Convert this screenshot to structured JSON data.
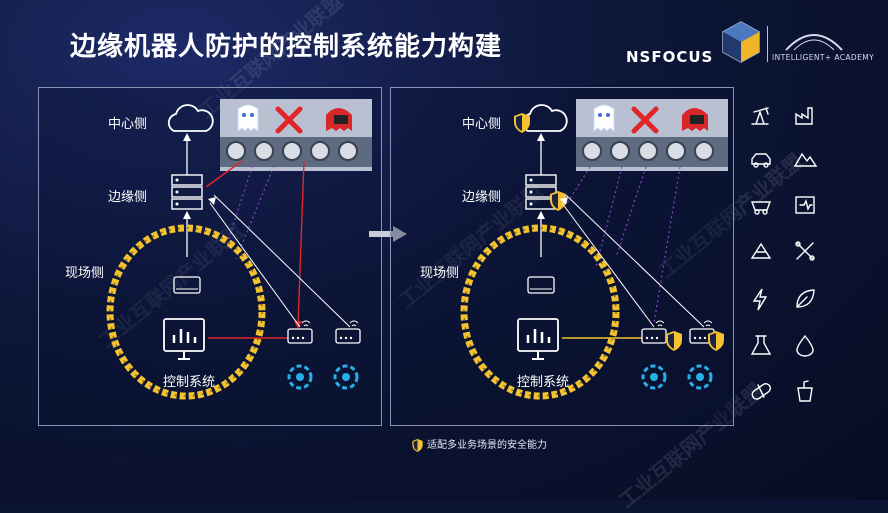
{
  "slide": {
    "title": "边缘机器人防护的控制系统能力构建"
  },
  "logo": {
    "brand": "NSFOCUS",
    "academy": "INTELLIGENT+  ACADEMY"
  },
  "left_panel": {
    "center_label": "中心侧",
    "edge_label": "边缘侧",
    "field_label": "现场侧",
    "control_label": "控制系统"
  },
  "right_panel": {
    "center_label": "中心侧",
    "edge_label": "边缘侧",
    "field_label": "现场侧",
    "control_label": "控制系统"
  },
  "footer": {
    "note": "适配多业务场景的安全能力"
  },
  "watermark": {
    "text": "工业互联网产业联盟"
  },
  "colors": {
    "chain": "#f2c230",
    "shield": "#f2c230",
    "attack_line": "#e0262b",
    "purple_line": "#8a44c8",
    "panel_border": "#8a93b4"
  },
  "icons": [
    "oil-pump-icon",
    "factory-icon",
    "car-icon",
    "mountain-icon",
    "mine-cart-icon",
    "circuit-icon",
    "pile-icon",
    "tools-icon",
    "lightning-icon",
    "leaf-icon",
    "flask-icon",
    "water-drop-icon",
    "pill-icon",
    "food-icon"
  ]
}
